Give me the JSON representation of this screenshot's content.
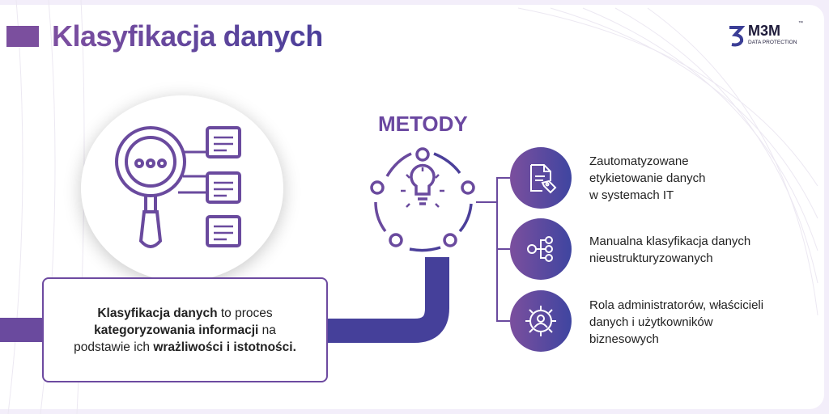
{
  "header": {
    "title": "Klasyfikacja danych"
  },
  "logo": {
    "name": "M3M",
    "tm": "™",
    "tagline": "DATA PROTECTION"
  },
  "description": {
    "bold1": "Klasyfikacja danych",
    "text1": " to proces ",
    "bold2": "kategoryzowania informacji",
    "text2": " na podstawie ich ",
    "bold3": "wrażliwości i istotności."
  },
  "methods": {
    "title": "METODY",
    "items": [
      {
        "line1": "Zautomatyzowane",
        "line2": "etykietowanie danych",
        "line3": "w systemach IT",
        "icon": "document-tag-icon"
      },
      {
        "line1": "Manualna klasyfikacja danych",
        "line2": "nieustrukturyzowanych",
        "icon": "hierarchy-icon"
      },
      {
        "line1": "Rola administratorów, właścicieli",
        "line2": "danych i użytkowników",
        "line3": "biznesowych",
        "icon": "gear-user-icon"
      }
    ]
  },
  "colors": {
    "primary": "#7b4f9e",
    "secondary": "#45409a"
  }
}
